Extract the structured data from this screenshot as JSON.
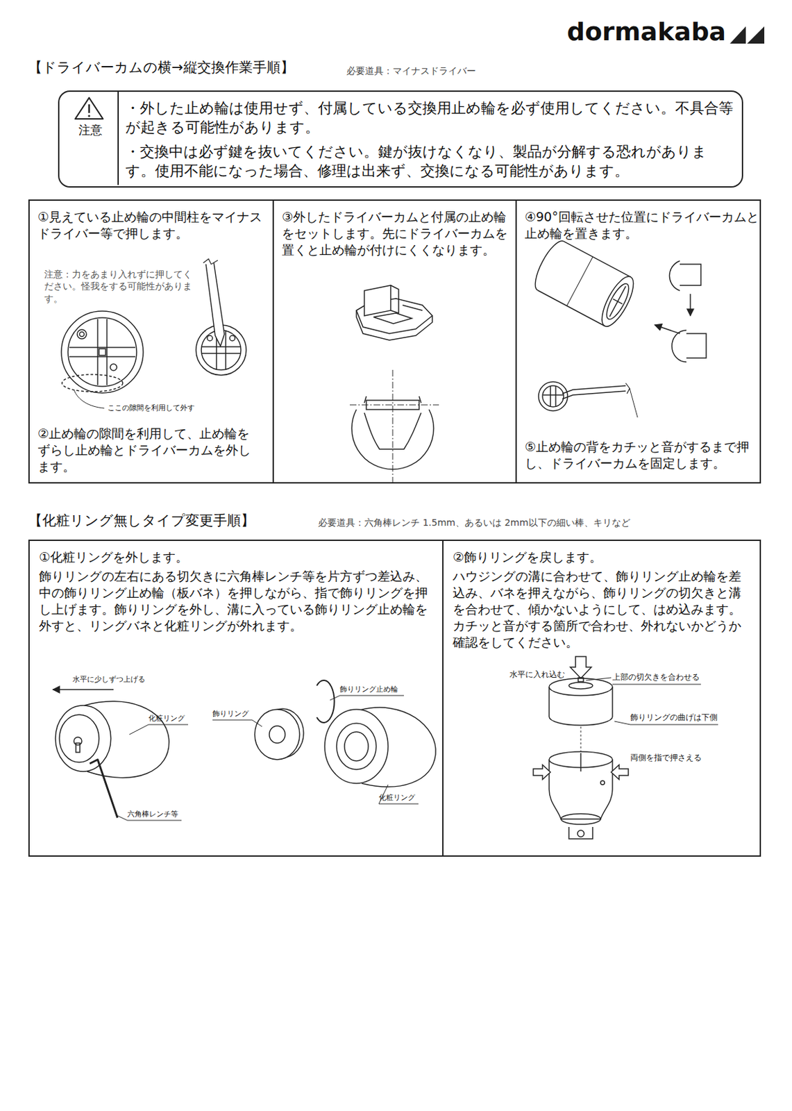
{
  "diagram": {
    "title": "【ドライバーカムの横→縦交換作業手順】",
    "nodes": [
      {
        "text": [
          "注意",
          "・外した止め輪は使用せず、付属している交換用止め輪を必ず使用してください。不具合等が起きる可能性があります。",
          "・交換中は必ず鍵を抜いてください。鍵が抜けなくなり、製品が分解する恐れがあります。使用不能になった場合、修理は出来ず、交換になる可能性があります。"
        ]
      },
      {
        "text": [
          "①見えている止め輪の中間柱をマイナスドライバー等で押します。",
          "注意：力をあまり入れずに押してください。怪我をする可能性があります。",
          "②止め輪の隙間を利用して、止め輪をずらし止め輪とドライバーカムを外します。"
        ]
      },
      {
        "text": [
          "③外したドライバーカムと付属の止め輪をセットします。先にドライバーカムを置くと止め輪が付けにくくなります。"
        ]
      },
      {
        "text": [
          "④90°回転させた位置にドライバーカムと止め輪を置きます。",
          "⑤止め輪の背をカチッと音がするまで押し、ドライバーカムを固定します。"
        ]
      },
      {
        "text": [
          "①化粧リングを外します。",
          "飾りリングの左右にある切欠きに六角棒レンチ等を片方ずつ差込み、中の飾りリング止め輪（板バネ）を押しながら、指で飾りリングを押し上げます。飾りリングを外し、溝に入っている飾りリング止め輪を外すと、リングバネと化粧リングが外れます。"
        ]
      },
      {
        "text": [
          "②飾りリングを戻します。",
          "ハウジングの溝に合わせて、飾りリング止め輪を差込み、バネを押えながら、飾りリングの切欠きと溝を合わせて、傾かないようにして、はめ込みます。カチッと音がする箇所で合わせ、外れないかどうか確認をしてください。"
        ]
      }
    ],
    "labels": [
      "dormakaba",
      "必要道具：マイナスドライバー",
      "ここの隙間を利用して外す",
      "【化粧リング無しタイプ変更手順】",
      "必要道具：六角棒レンチ 1.5mm、あるいは 2mm以下の細い棒、キリなど",
      "水平に少しずつ上げる",
      "化粧リング",
      "六角棒レンチ等",
      "飾りリング止め輪",
      "飾りリング",
      "化粧リング",
      "水平に入れ込む",
      "上部の切欠きを合わせる",
      "飾りリングの曲げは下側",
      "両側を指で押さえる"
    ]
  }
}
